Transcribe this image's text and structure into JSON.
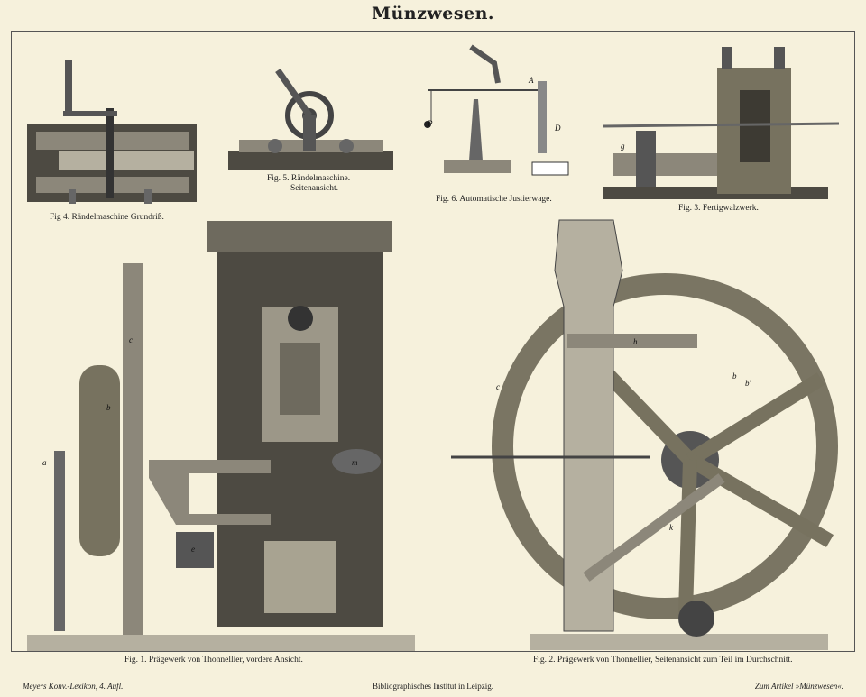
{
  "title": "Münzwesen.",
  "figures": {
    "fig4": "Fig 4.  Rändelmaschine  Grundriß.",
    "fig5_line1": "Fig. 5.  Rändelmaschine.",
    "fig5_line2": "Seitenansicht.",
    "fig6": "Fig. 6.  Automatische Justierwage.",
    "fig3": "Fig. 3.  Fertigwalzwerk.",
    "fig1": "Fig. 1.  Prägewerk von Thonnellier, vordere Ansicht.",
    "fig2": "Fig. 2.  Prägewerk von Thonnellier, Seitenansicht zum Teil im Durchschnitt."
  },
  "footer": {
    "left": "Meyers Konv.-Lexikon, 4. Aufl.",
    "center": "Bibliographisches Institut in Leipzig.",
    "right": "Zum Artikel »Münzwesen«."
  },
  "colors": {
    "paper": "#f6f1dc",
    "ink": "#222222",
    "metal": "#6e6a5e"
  }
}
